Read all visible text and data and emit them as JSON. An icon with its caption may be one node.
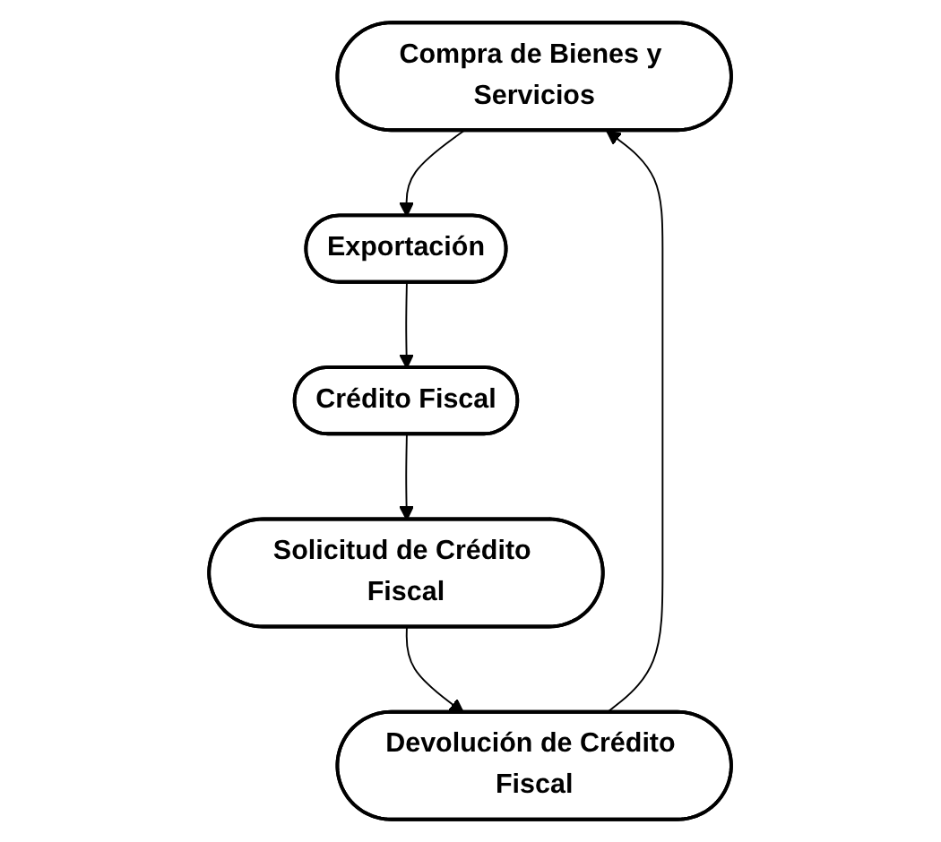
{
  "diagram": {
    "nodes": [
      {
        "text": [
          "Compra de Bienes y Servicios"
        ]
      },
      {
        "text": [
          "Exportación"
        ]
      },
      {
        "text": [
          "Crédito Fiscal"
        ]
      },
      {
        "text": [
          "Solicitud de Crédito Fiscal"
        ]
      },
      {
        "text": [
          "Devolución de Crédito Fiscal"
        ]
      }
    ],
    "edges": [
      {
        "from": 0,
        "to": 1,
        "arrow": "to"
      },
      {
        "from": 1,
        "to": 2,
        "arrow": "to"
      },
      {
        "from": 2,
        "to": 3,
        "arrow": "to"
      },
      {
        "from": 3,
        "to": 4,
        "arrow": "to"
      },
      {
        "from": 4,
        "to": 0,
        "arrow": "to"
      }
    ]
  }
}
